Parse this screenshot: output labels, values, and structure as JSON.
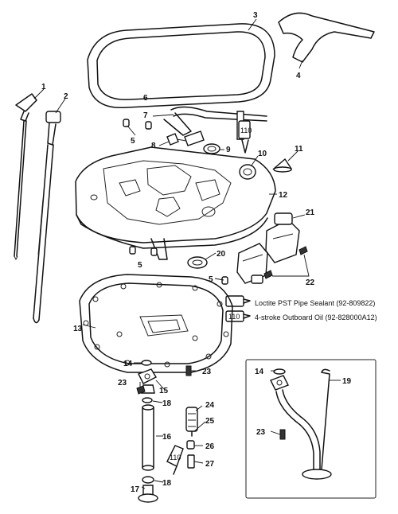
{
  "callouts": [
    "1",
    "2",
    "3",
    "4",
    "5",
    "5",
    "5",
    "6",
    "7",
    "8",
    "9",
    "10",
    "11",
    "12",
    "13",
    "14",
    "14",
    "15",
    "16",
    "17",
    "18",
    "18",
    "19",
    "20",
    "21",
    "22",
    "23",
    "23",
    "23",
    "24",
    "25",
    "26",
    "27"
  ],
  "legend": [
    {
      "badge": "",
      "text": "Loctite PST Pipe Sealant (92-809822)"
    },
    {
      "badge": "110",
      "text": "4-stroke Outboard Oil (92-828000A12)"
    }
  ],
  "tube_marks": [
    "110",
    "110"
  ]
}
